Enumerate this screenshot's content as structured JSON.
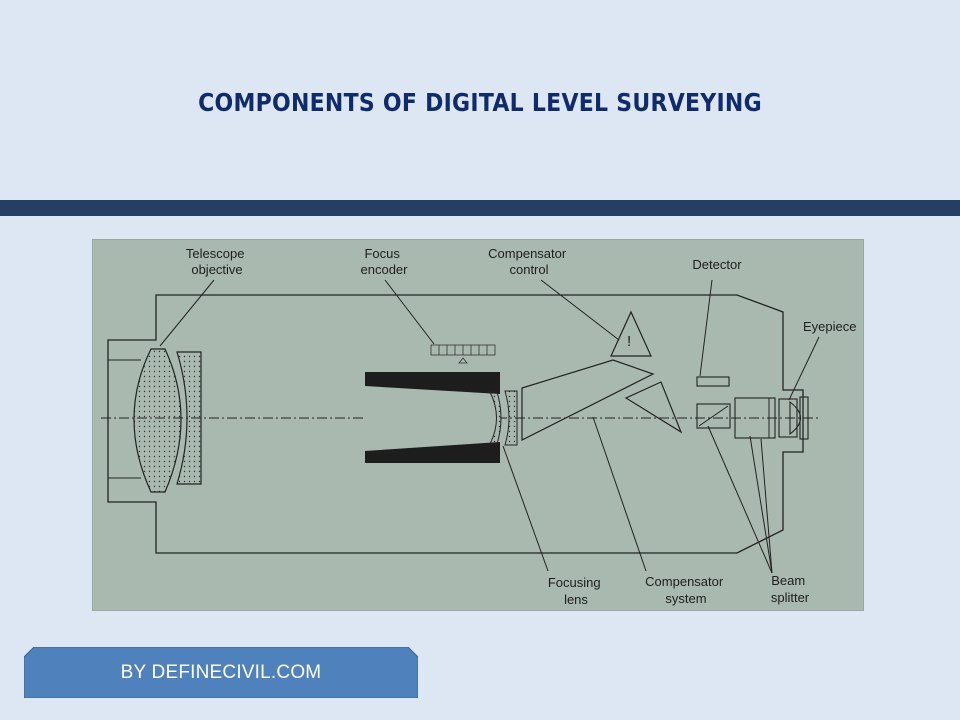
{
  "slide": {
    "title": "COMPONENTS OF DIGITAL LEVEL SURVEYING",
    "footer": "BY DEFINECIVIL.COM"
  },
  "diagram": {
    "labels": {
      "telescope_objective": [
        "Telescope",
        "objective"
      ],
      "focus_encoder": [
        "Focus",
        "encoder"
      ],
      "compensator_control": [
        "Compensator",
        "control"
      ],
      "detector": [
        "Detector"
      ],
      "eyepiece": [
        "Eyepiece"
      ],
      "focusing_lens": [
        "Focusing",
        "lens"
      ],
      "compensator_system": [
        "Compensator",
        "system"
      ],
      "beam_splitter": [
        "Beam",
        "splitter"
      ],
      "warning_symbol": "!"
    }
  },
  "colors": {
    "title": "#102a6e",
    "rule": "#253e64",
    "panel": "#a9b9b0",
    "banner": "#4f81bd"
  }
}
